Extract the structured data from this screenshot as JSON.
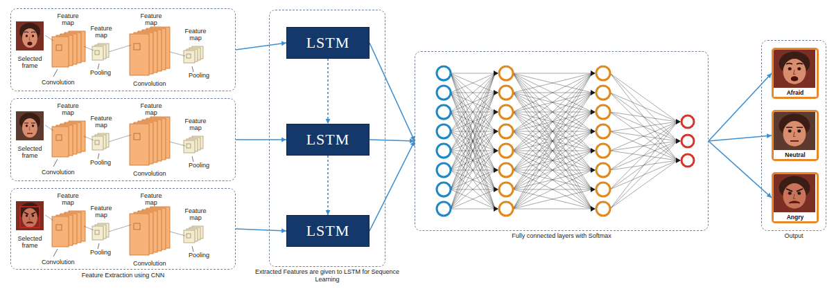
{
  "diagram": {
    "nodes": [
      {
        "text": [
          "Feature map",
          "Feature map",
          "Feature map",
          "Feature map",
          "Selected frame",
          "Convolution",
          "Pooling",
          "Convolution",
          "Pooling"
        ]
      },
      {
        "text": [
          "Feature map",
          "Feature map",
          "Feature map",
          "Feature map",
          "Selected frame",
          "Convolution",
          "Pooling",
          "Convolution",
          "Pooling"
        ]
      },
      {
        "text": [
          "Feature map",
          "Feature map",
          "Feature map",
          "Feature map",
          "Selected frame",
          "Convolution",
          "Pooling",
          "Convolution",
          "Pooling"
        ]
      },
      {
        "text": [
          "Extracted Features are given to LSTM for Sequence Learning"
        ]
      },
      {
        "text": [
          "LSTM"
        ],
        "in": 3
      },
      {
        "text": [
          "LSTM"
        ],
        "in": 3
      },
      {
        "text": [
          "LSTM"
        ],
        "in": 3
      },
      {
        "text": [
          "Fully connected layers with Softmax"
        ]
      },
      {
        "text": [
          "Output"
        ]
      },
      {
        "text": [
          "Afraid"
        ],
        "in": 8
      },
      {
        "text": [
          "Neutral"
        ],
        "in": 8
      },
      {
        "text": [
          "Angry"
        ],
        "in": 8
      }
    ],
    "edges": [
      {
        "from": 0,
        "to": 4,
        "arrow": "to"
      },
      {
        "from": 1,
        "to": 5,
        "arrow": "to"
      },
      {
        "from": 2,
        "to": 6,
        "arrow": "to"
      },
      {
        "from": 4,
        "to": 5,
        "arrow": "to"
      },
      {
        "from": 5,
        "to": 6,
        "arrow": "to"
      },
      {
        "from": 4,
        "to": 7,
        "arrow": "to"
      },
      {
        "from": 5,
        "to": 7,
        "arrow": "to"
      },
      {
        "from": 6,
        "to": 7,
        "arrow": "to"
      },
      {
        "from": 7,
        "to": 9,
        "arrow": "to"
      },
      {
        "from": 7,
        "to": 10,
        "arrow": "to"
      },
      {
        "from": 7,
        "to": 11,
        "arrow": "to"
      }
    ],
    "labels": [
      "Feature Extraction using CNN"
    ]
  }
}
